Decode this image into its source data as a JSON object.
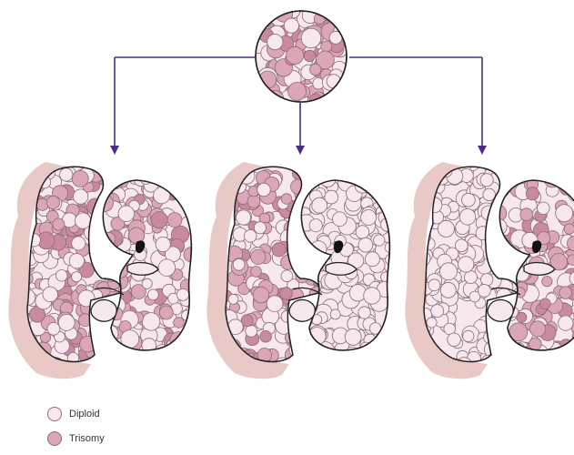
{
  "legend": {
    "items": [
      {
        "key": "diploid",
        "label": "Diploid",
        "color": "#f6e8ee"
      },
      {
        "key": "trisomy",
        "label": "Trisomy",
        "color": "#dba6b5"
      }
    ]
  },
  "colors": {
    "arrow": "#4b2d86",
    "outline": "#222222",
    "cell_stroke": "#8d6b72",
    "decidua": "#e9c9c6",
    "diploid": "#f6e8ee",
    "trisomy": "#dba6b5",
    "trisomy_dark": "#c98aa0"
  },
  "scenarios": [
    {
      "placenta_trisomy": 0.55,
      "embryo_trisomy": 0.5
    },
    {
      "placenta_trisomy": 0.55,
      "embryo_trisomy": 0.0
    },
    {
      "placenta_trisomy": 0.0,
      "embryo_trisomy": 0.55
    }
  ],
  "zygote_trisomy": 0.55
}
